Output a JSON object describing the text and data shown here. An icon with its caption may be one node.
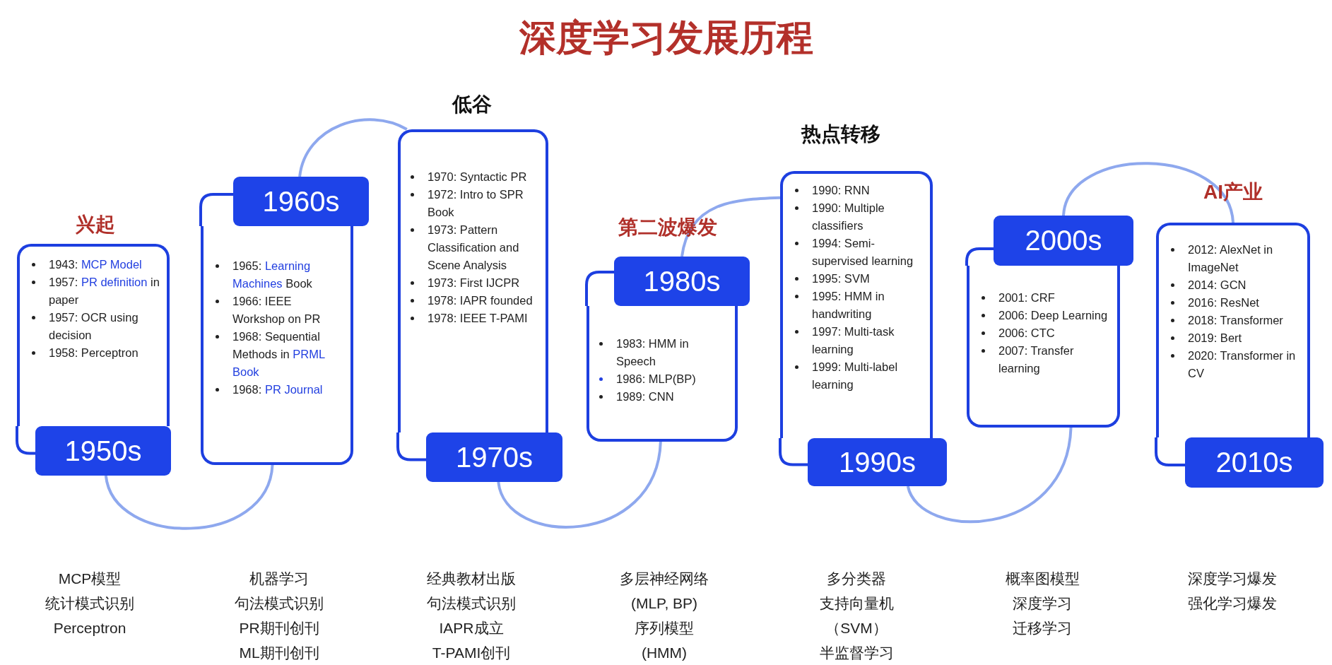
{
  "diagram": {
    "title": "深度学习发展历程",
    "nodes": [
      {
        "text": [
          "1943: MCP Model",
          "1957: PR definition in paper",
          "1957: OCR using decision",
          "1958: Perceptron"
        ]
      },
      {
        "text": [
          "1950s"
        ]
      },
      {
        "text": [
          "1965: Learning Machines Book",
          "1966: IEEE Workshop on PR",
          "1968: Sequential Methods in PRML Book",
          "1968: PR Journal"
        ]
      },
      {
        "text": [
          "1960s"
        ]
      },
      {
        "text": [
          "1970: Syntactic PR",
          "1972: Intro to SPR Book",
          "1973: Pattern Classification and Scene Analysis",
          "1973: First IJCPR",
          "1978: IAPR founded",
          "1978: IEEE T-PAMI"
        ]
      },
      {
        "text": [
          "1970s"
        ]
      },
      {
        "text": [
          "1983: HMM in Speech",
          "1986: MLP(BP)",
          "1989: CNN"
        ]
      },
      {
        "text": [
          "1980s"
        ]
      },
      {
        "text": [
          "1990: RNN",
          "1990: Multiple classifiers",
          "1994: Semi-supervised learning",
          "1995: SVM",
          "1995: HMM in handwriting",
          "1997: Multi-task learning",
          "1999: Multi-label learning"
        ]
      },
      {
        "text": [
          "1990s"
        ]
      },
      {
        "text": [
          "2001: CRF",
          "2006: Deep Learning",
          "2006: CTC",
          "2007: Transfer learning"
        ]
      },
      {
        "text": [
          "2000s"
        ]
      },
      {
        "text": [
          "2012: AlexNet in ImageNet",
          "2014: GCN",
          "2016: ResNet",
          "2018: Transformer",
          "2019: Bert",
          "2020: Transformer in CV"
        ]
      },
      {
        "text": [
          "2010s"
        ]
      }
    ],
    "edges": [
      {
        "from": 1,
        "to": 2,
        "arrow": "none"
      },
      {
        "from": 3,
        "to": 4,
        "arrow": "none"
      },
      {
        "from": 5,
        "to": 6,
        "arrow": "none"
      },
      {
        "from": 7,
        "to": 8,
        "arrow": "none"
      },
      {
        "from": 9,
        "to": 10,
        "arrow": "none"
      },
      {
        "from": 11,
        "to": 12,
        "arrow": "none"
      }
    ],
    "labels": [
      "兴起",
      "低谷",
      "第二波爆发",
      "热点转移",
      "AI产业",
      "MCP模型",
      "统计模式识别",
      "Perceptron",
      "机器学习",
      "句法模式识别",
      "PR期刊创刊",
      "ML期刊创刊",
      "经典教材出版",
      "句法模式识别",
      "IAPR成立",
      "T-PAMI创刊",
      "多层神经网络",
      "(MLP, BP)",
      "序列模型",
      "(HMM)",
      "多分类器",
      "支持向量机",
      "（SVM）",
      "半监督学习",
      "概率图模型",
      "深度学习",
      "迁移学习",
      "深度学习爆发",
      "强化学习爆发"
    ]
  }
}
